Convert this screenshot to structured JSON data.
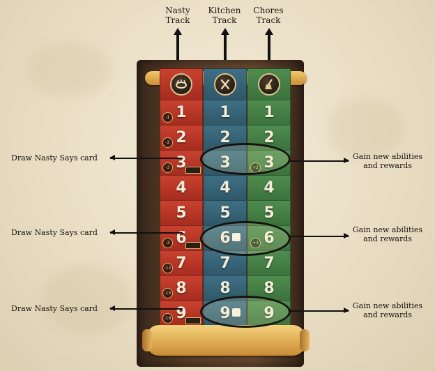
{
  "top_labels": {
    "nasty": "Nasty\nTrack",
    "kitchen": "Kitchen\nTrack",
    "chores": "Chores\nTrack"
  },
  "left_callouts": [
    "Draw Nasty Says card",
    "Draw Nasty Says card",
    "Draw Nasty Says card"
  ],
  "right_callouts": [
    "Gain new abilities\nand rewards",
    "Gain new abilities\nand rewards",
    "Gain new abilities\nand rewards"
  ],
  "tracks": {
    "nasty": {
      "icon": "thorn-crown-icon",
      "color": "#b83626",
      "steps": [
        "1",
        "2",
        "3",
        "4",
        "5",
        "6",
        "7",
        "8",
        "9"
      ],
      "badges": [
        "-1",
        "-2",
        "-3",
        "",
        "",
        "-3",
        "-12",
        "-15",
        "-18"
      ]
    },
    "kitchen": {
      "icon": "fork-knife-icon",
      "color": "#386476",
      "steps": [
        "1",
        "2",
        "3",
        "4",
        "5",
        "6",
        "7",
        "8",
        "9"
      ],
      "badges": [
        "",
        "",
        "",
        "",
        "",
        "",
        "",
        "",
        ""
      ]
    },
    "chores": {
      "icon": "broom-icon",
      "color": "#458046",
      "steps": [
        "1",
        "2",
        "3",
        "4",
        "5",
        "6",
        "7",
        "8",
        "9"
      ],
      "badges": [
        "",
        "",
        "+2",
        "",
        "",
        "+3",
        "",
        "",
        ""
      ]
    }
  },
  "glyph_colors": {
    "light": "#f3ecd8"
  }
}
